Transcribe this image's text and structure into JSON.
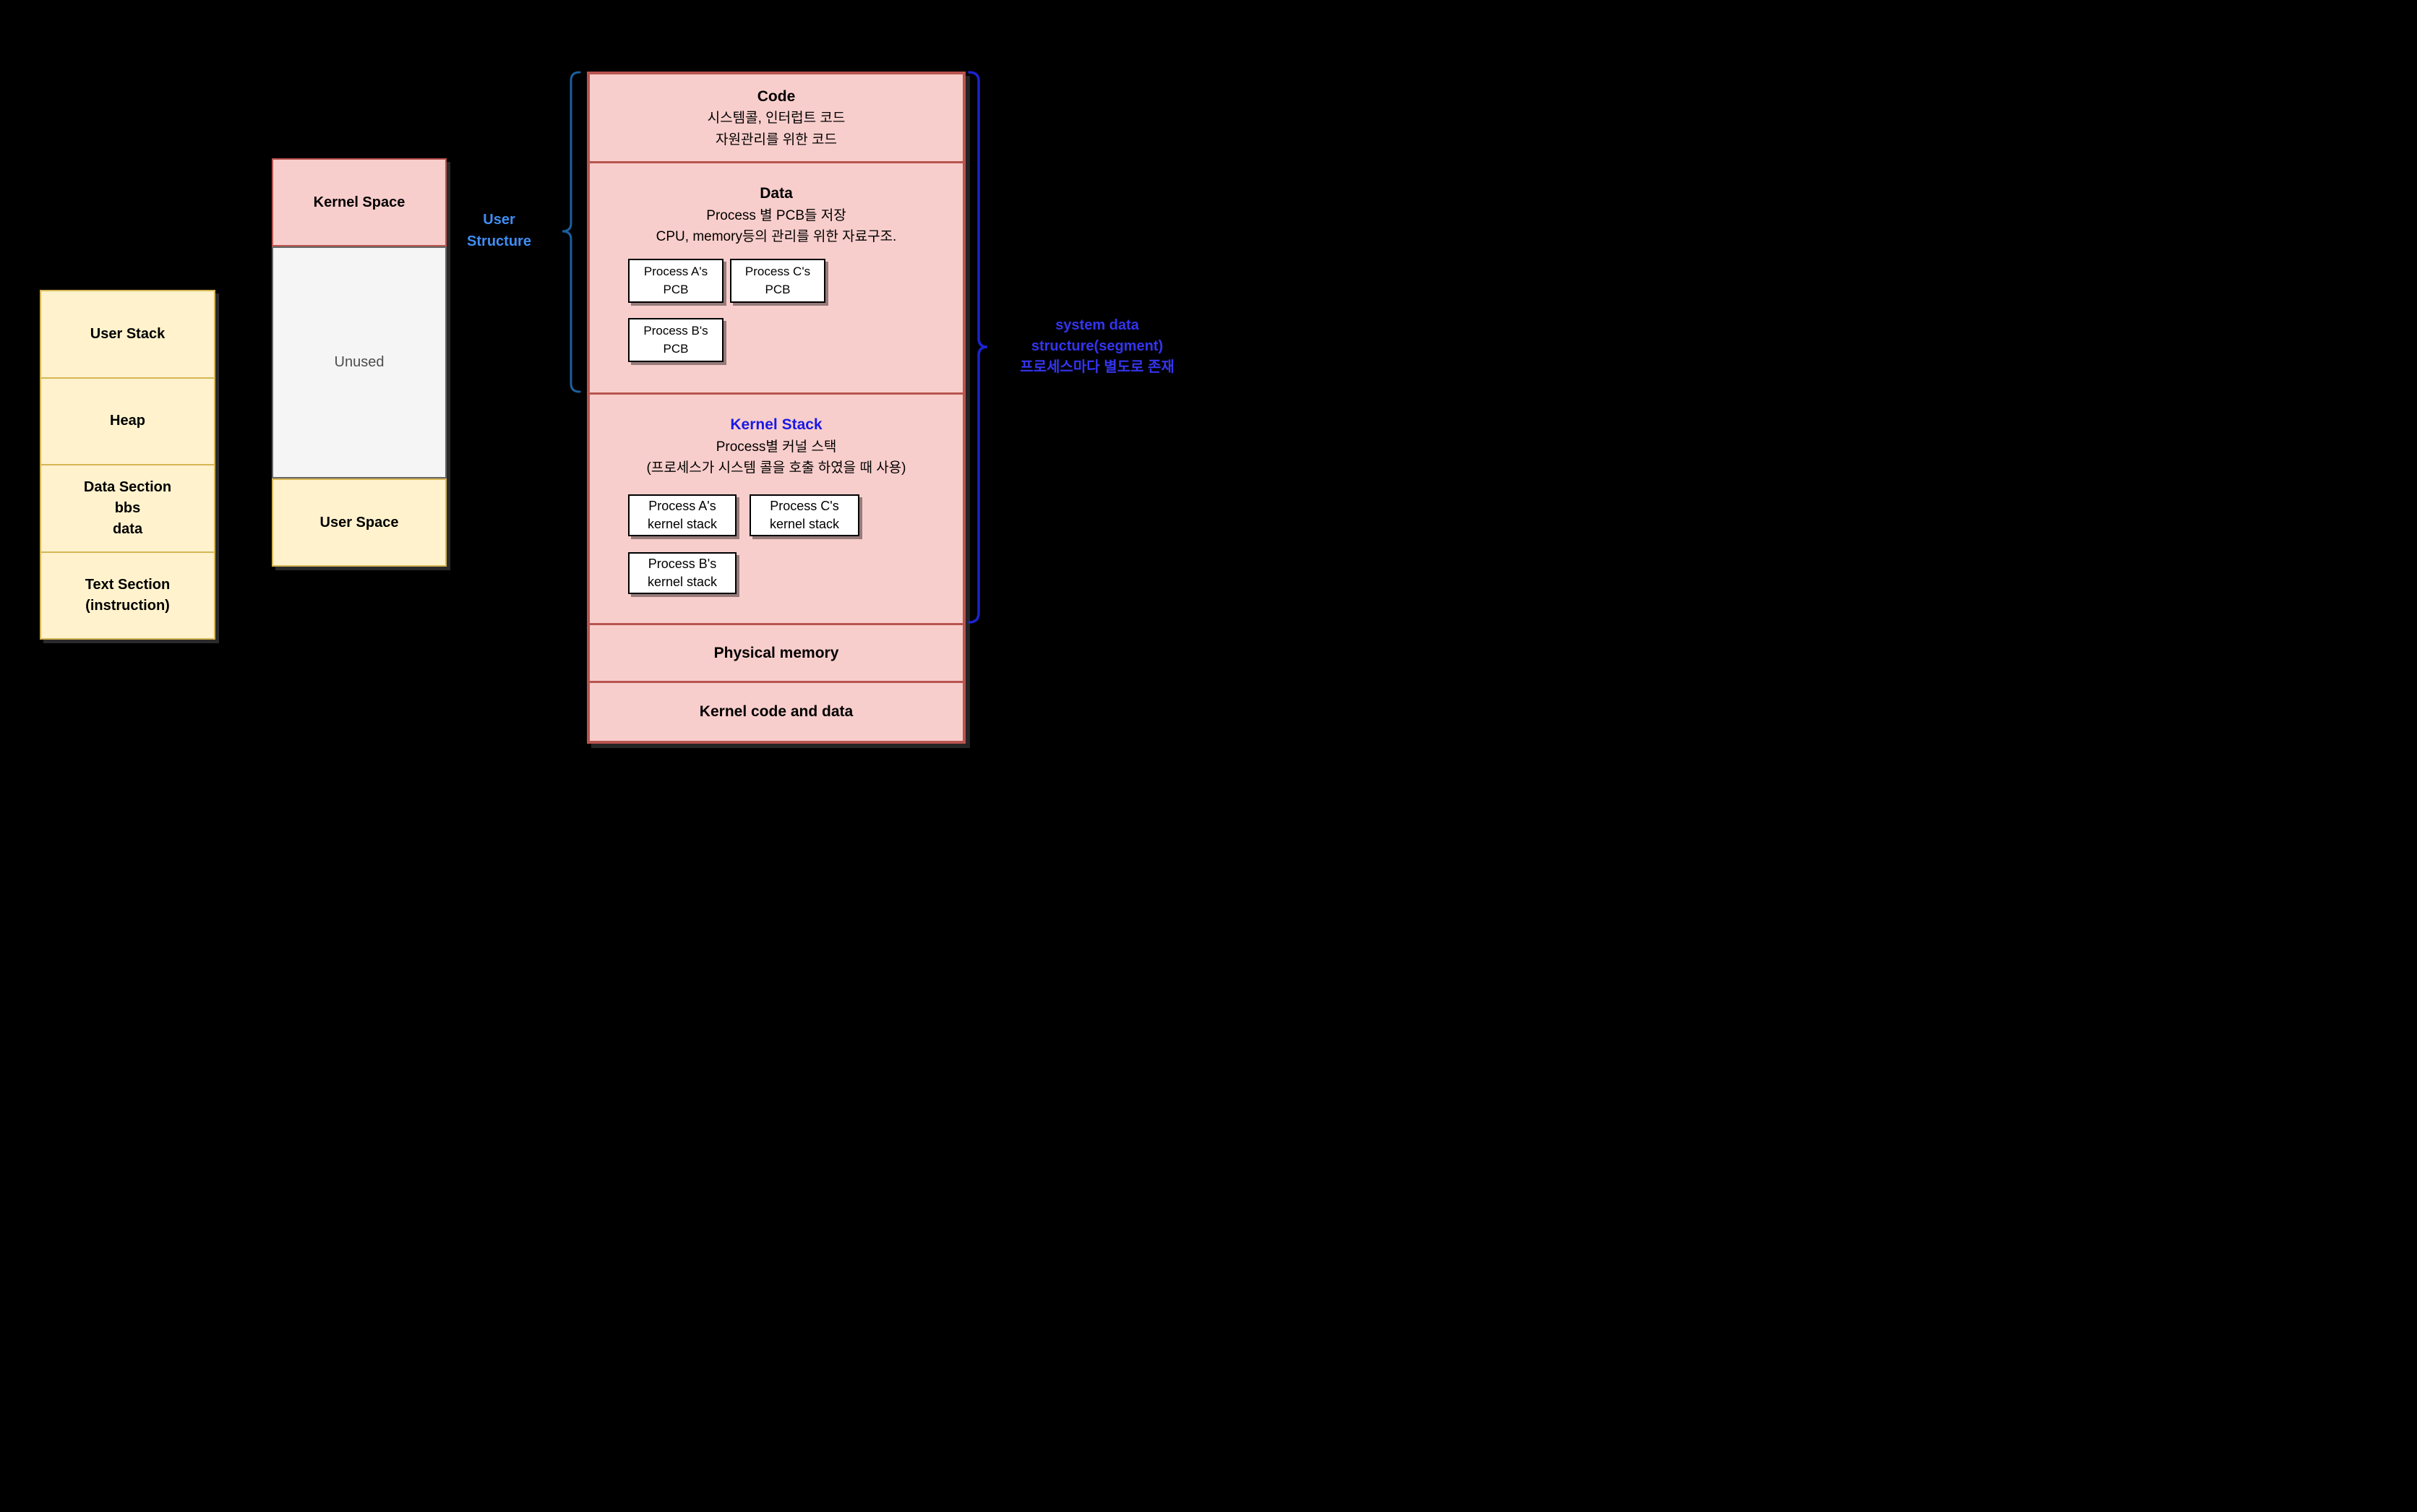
{
  "diagram_title": "process kernel/user memory structure diagram",
  "left_box": {
    "sections": [
      {
        "label": "User Stack"
      },
      {
        "label": "Heap"
      },
      {
        "label": "Data Section\nbbs\ndata"
      },
      {
        "label": "Text Section\n(instruction)"
      }
    ]
  },
  "middle_box": {
    "kernel_space": "Kernel Space",
    "unused": "Unused",
    "user_space": "User Space"
  },
  "right_box": {
    "code": {
      "title": "Code",
      "body": "시스템콜, 인터럽트 코드\n자원관리를 위한 코드"
    },
    "data": {
      "title": "Data",
      "body": "Process 별 PCB들 저장\nCPU, memory등의 관리를 위한 자료구조.",
      "pcb_boxes": [
        {
          "label": "Process A's\nPCB"
        },
        {
          "label": "Process C's\nPCB"
        },
        {
          "label": "Process B's\nPCB"
        }
      ]
    },
    "kernel_stack": {
      "title": "Kernel Stack",
      "body": "Process별 커널 스택\n(프로세스가 시스템 콜을 호출 하였을 때 사용)",
      "stack_boxes": [
        {
          "label": "Process A's\nkernel stack"
        },
        {
          "label": "Process C's\nkernel stack"
        },
        {
          "label": "Process B's\nkernel stack"
        }
      ]
    },
    "physical_memory": "Physical memory",
    "kernel_code_and_data": "Kernel code and data"
  },
  "annotations": {
    "user_structure": "User\nStructure",
    "system_data": "system data\nstructure(segment)\n프로세스마다 별도로 존재"
  },
  "colors": {
    "background": "#000000",
    "pink_fill": "#F8CECC",
    "pink_stroke": "#B85450",
    "yellow_fill": "#FFF2CC",
    "yellow_stroke": "#D6B656",
    "gray_fill": "#F5F5F5",
    "gray_stroke": "#666666",
    "unused_text": "#4D4D4D",
    "kernel_stack_title_text": "#1919E6",
    "user_structure_text": "#3F8EF3",
    "user_structure_brace": "#1A5F9E",
    "system_data_text": "#3434F0",
    "system_data_brace": "#1B24CE"
  }
}
